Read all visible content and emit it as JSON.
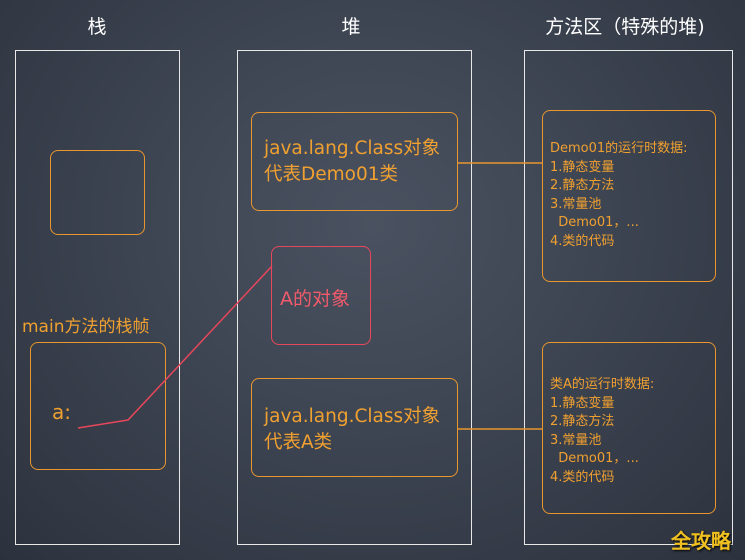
{
  "columns": {
    "stack_title": "栈",
    "heap_title": "堆",
    "method_area_title": "方法区（特殊的堆)"
  },
  "stack": {
    "frame_label": "main方法的栈帧",
    "variable_label": "a:"
  },
  "heap": {
    "class_object_demo": [
      "java.lang.Class对象",
      "代表Demo01类"
    ],
    "a_object": "A的对象",
    "class_object_a": [
      "java.lang.Class对象",
      "代表A类"
    ]
  },
  "method_area": {
    "demo_runtime": [
      "Demo01的运行时数据:",
      "1.静态变量",
      "2.静态方法",
      "3.常量池",
      "  Demo01，...",
      "4.类的代码"
    ],
    "a_runtime": [
      "类A的运行时数据:",
      "1.静态变量",
      "2.静态方法",
      "3.常量池",
      "  Demo01，...",
      "4.类的代码"
    ]
  },
  "watermark": "全攻略",
  "colors": {
    "orange": "#f0a030",
    "red": "#f05a6a",
    "border": "#e8e8e8"
  }
}
